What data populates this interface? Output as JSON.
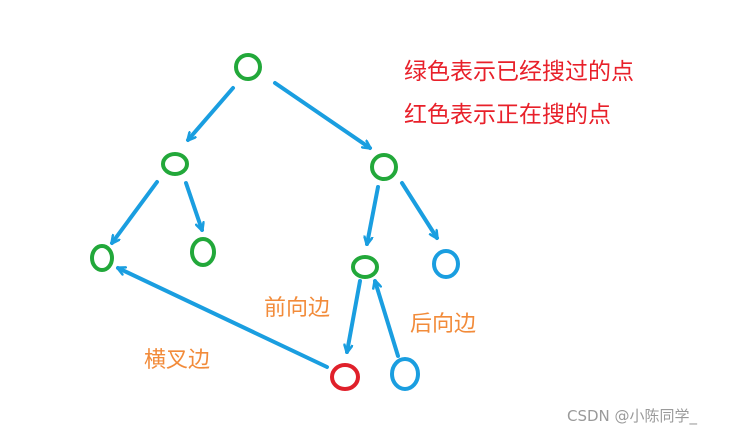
{
  "legend": {
    "visited": "绿色表示已经搜过的点",
    "searching": "红色表示正在搜的点"
  },
  "edge_labels": {
    "forward": "前向边",
    "backward": "后向边",
    "cross": "横叉边"
  },
  "watermark": "CSDN @小陈同学_",
  "colors": {
    "visited": "#22a83a",
    "searching": "#e0202a",
    "unvisited": "#1a9ee0",
    "edge": "#1a9ee0",
    "legend_text": "#e8202a",
    "label_text": "#f28b3a"
  }
}
